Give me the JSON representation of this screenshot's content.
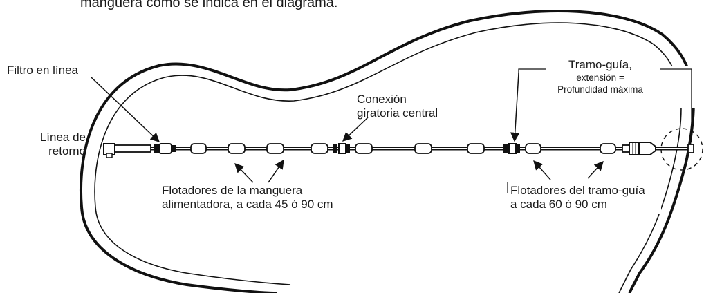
{
  "top_text": "manguera como se indica en el diagrama.",
  "labels": {
    "filtro": "Filtro en línea",
    "linea_retorno_1": "Línea de",
    "linea_retorno_2": "retorno",
    "conexion_1": "Conexión",
    "conexion_2": "giratoria central",
    "tramo_title": "Tramo-guía,",
    "tramo_ext": "extensión =",
    "tramo_prof": "Profundidad máxima",
    "flot_manguera_1": "Flotadores de la manguera",
    "flot_manguera_2": "alimentadora, a cada 45 ó 90 cm",
    "flot_tramo_1": "Flotadores del tramo-guía",
    "flot_tramo_2": "a cada 60 ó 90 cm"
  }
}
